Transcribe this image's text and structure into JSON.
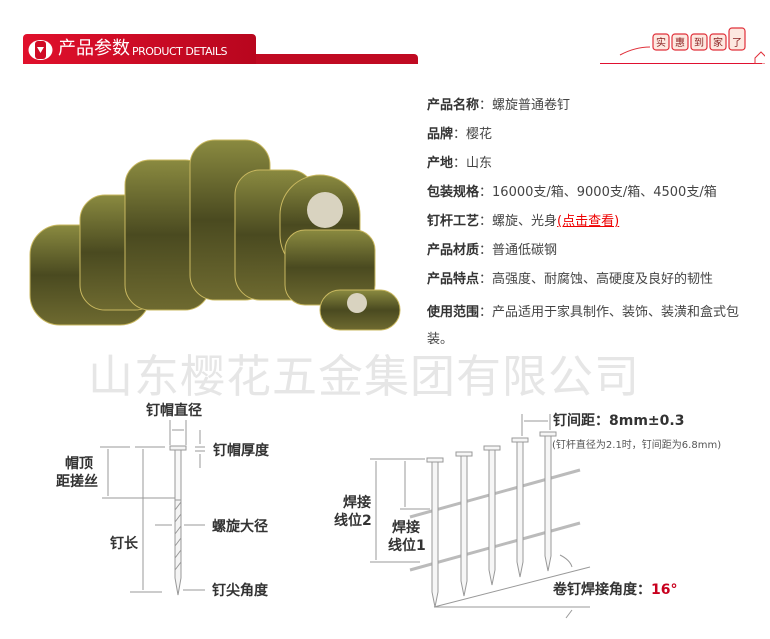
{
  "header": {
    "title_cn": "产品参数",
    "title_en": "PRODUCT DETAILS",
    "decoration_text": "实惠到家了"
  },
  "watermark": "山东樱花五金集团有限公司",
  "specs": [
    {
      "key": "产品名称",
      "value": "螺旋普通卷钉"
    },
    {
      "key": "品牌",
      "value": "樱花"
    },
    {
      "key": "产地",
      "value": "山东"
    },
    {
      "key": "包装规格",
      "value": "16000支/箱、9000支/箱、4500支/箱"
    },
    {
      "key": "钉杆工艺",
      "value": "螺旋、光身",
      "link": "(点击查看)"
    },
    {
      "key": "产品材质",
      "value": "普通低碳钢"
    },
    {
      "key": "产品特点",
      "value": "高强度、耐腐蚀、高硬度及良好的韧性"
    },
    {
      "key": "使用范围",
      "value": "产品适用于家具制作、装饰、装潢和盒式包装。"
    }
  ],
  "separator": "：",
  "diagram1": {
    "head_diameter": "钉帽直径",
    "head_thickness": "钉帽厚度",
    "head_to_thread_1": "帽顶",
    "head_to_thread_2": "距搓丝",
    "thread_diameter": "螺旋大径",
    "length": "钉长",
    "point_angle": "钉尖角度"
  },
  "diagram2": {
    "spacing_label": "钉间距：8mm±0.3",
    "spacing_note": "(钉杆直径为2.1时，钉间距为6.8mm)",
    "weld2_1": "焊接",
    "weld2_2": "线位2",
    "weld1_1": "焊接",
    "weld1_2": "线位1",
    "angle_label": "卷钉焊接角度：",
    "angle_value": "16°"
  },
  "colors": {
    "accent": "#c8001e"
  }
}
